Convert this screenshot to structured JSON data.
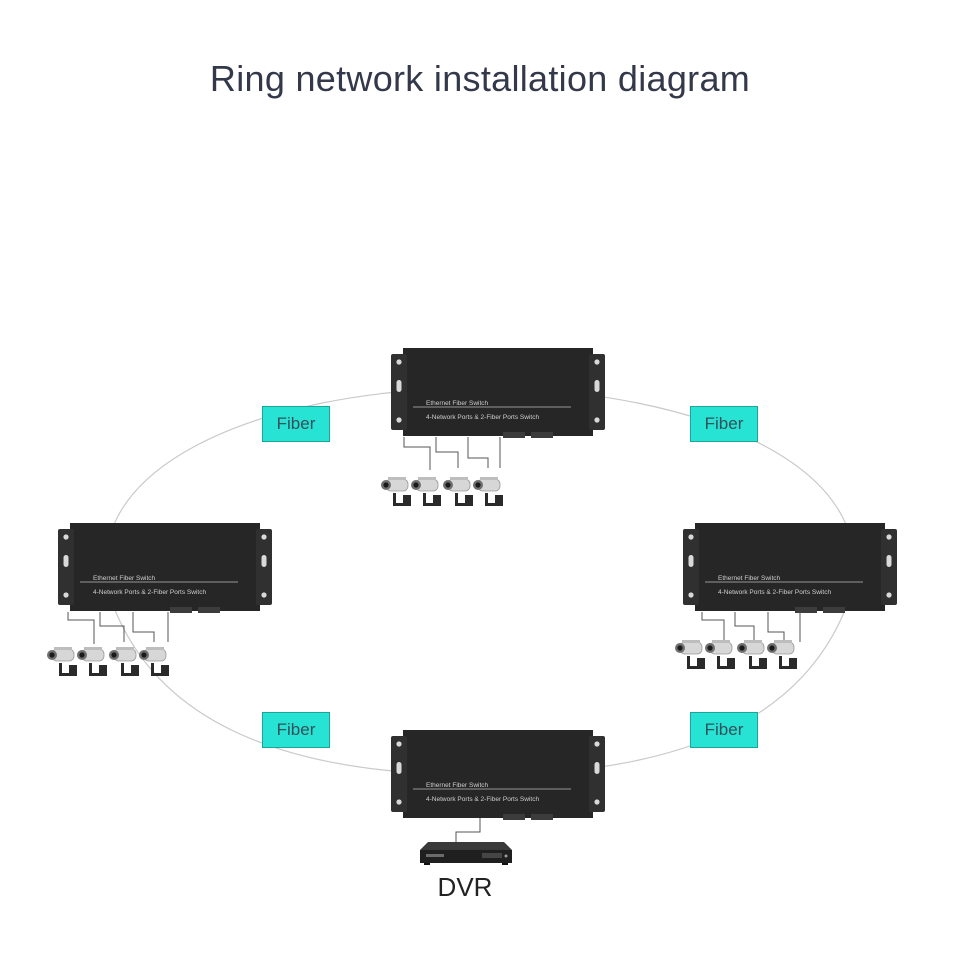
{
  "title": "Ring network installation diagram",
  "fiber_labels": [
    "Fiber",
    "Fiber",
    "Fiber",
    "Fiber"
  ],
  "switch_text": {
    "line1": "Ethernet Fiber Switch",
    "line2": "4-Network Ports & 2-Fiber Ports Switch"
  },
  "dvr_label": "DVR",
  "colors": {
    "fiber_tag": "#27e3d3",
    "switch_body": "#232323",
    "ring_line": "#c8c8c8"
  }
}
